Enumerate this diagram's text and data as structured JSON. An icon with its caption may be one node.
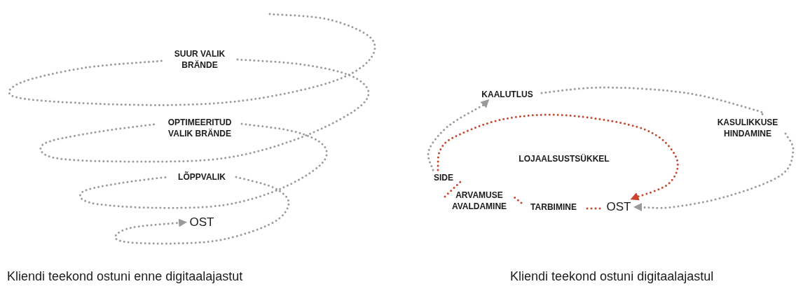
{
  "diagram": {
    "nodes": [
      {
        "text": [
          "SUUR VALIK BRÄNDE"
        ]
      },
      {
        "text": [
          "OPTIMEERITUD VALIK BRÄNDE"
        ]
      },
      {
        "text": [
          "LÕPPVALIK"
        ]
      },
      {
        "text": [
          "OST"
        ]
      },
      {
        "text": [
          "KAALUTLUS"
        ]
      },
      {
        "text": [
          "KASULIKKUSE HINDAMINE"
        ]
      },
      {
        "text": [
          "SIDE"
        ]
      },
      {
        "text": [
          "ARVAMUSE AVALDAMINE"
        ]
      },
      {
        "text": [
          "TARBIMINE"
        ]
      },
      {
        "text": [
          "OST"
        ]
      }
    ],
    "edges": [
      {
        "from": null,
        "to": 0,
        "arrow": "none"
      },
      {
        "from": 0,
        "to": 1,
        "arrow": "none"
      },
      {
        "from": 1,
        "to": 2,
        "arrow": "none"
      },
      {
        "from": 2,
        "to": 3,
        "arrow": "to"
      },
      {
        "from": 4,
        "to": 5,
        "arrow": "none"
      },
      {
        "from": 5,
        "to": 9,
        "arrow": "to"
      },
      {
        "from": 6,
        "to": 4,
        "arrow": "to"
      },
      {
        "from": 9,
        "to": 8,
        "arrow": "none",
        "color": "#c8442c"
      },
      {
        "from": 8,
        "to": 7,
        "arrow": "none",
        "color": "#c8442c"
      },
      {
        "from": 7,
        "to": 6,
        "arrow": "none",
        "color": "#c8442c"
      },
      {
        "from": 6,
        "to": 9,
        "arrow": "to",
        "color": "#c8442c"
      }
    ],
    "labels": [
      "LOJAALSUSTSÜKKEL",
      "Kliendi teekond ostuni enne digitaalajastut",
      "Kliendi teekond ostuni digitaalajastul"
    ]
  }
}
